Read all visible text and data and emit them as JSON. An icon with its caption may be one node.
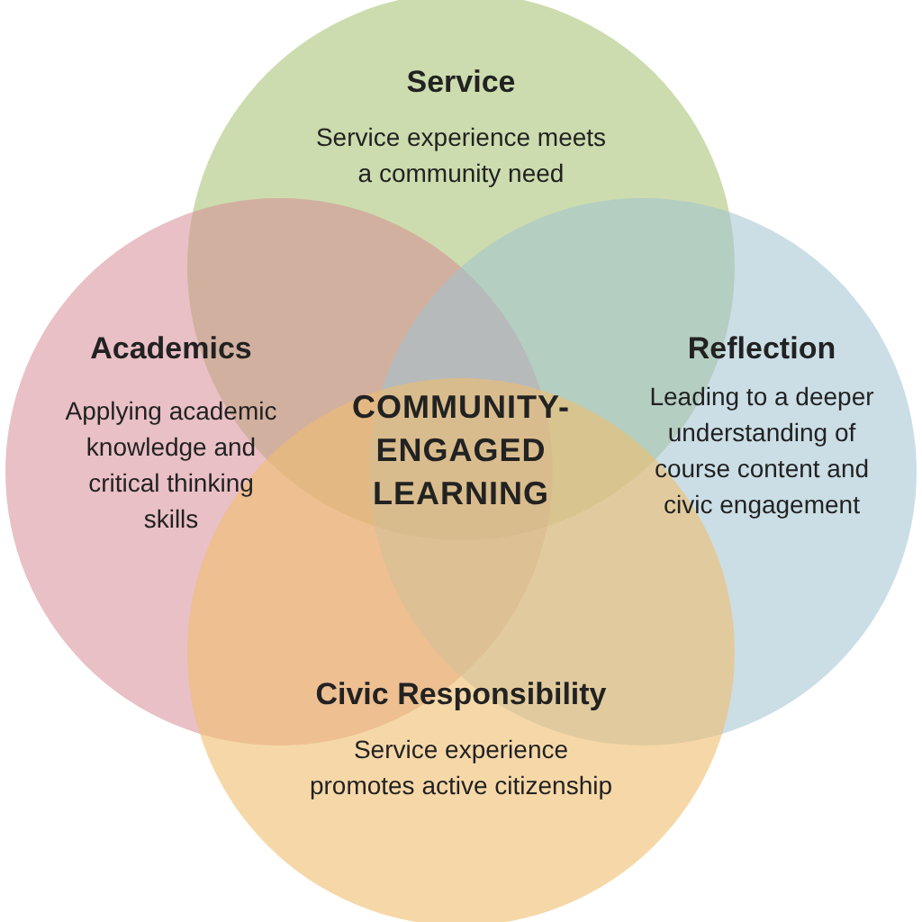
{
  "diagram": {
    "nodes": [
      {
        "text": [
          "Service",
          "Service experience meets a community need"
        ]
      },
      {
        "text": [
          "Academics",
          "Applying academic knowledge and critical thinking skills"
        ]
      },
      {
        "text": [
          "Reflection",
          "Leading to a deeper understanding of course content and civic engagement"
        ]
      },
      {
        "text": [
          "Civic Responsibility",
          "Service experience promotes active citizenship"
        ]
      }
    ],
    "edges": [],
    "labels": [
      "COMMUNITY-ENGAGED LEARNING"
    ]
  }
}
